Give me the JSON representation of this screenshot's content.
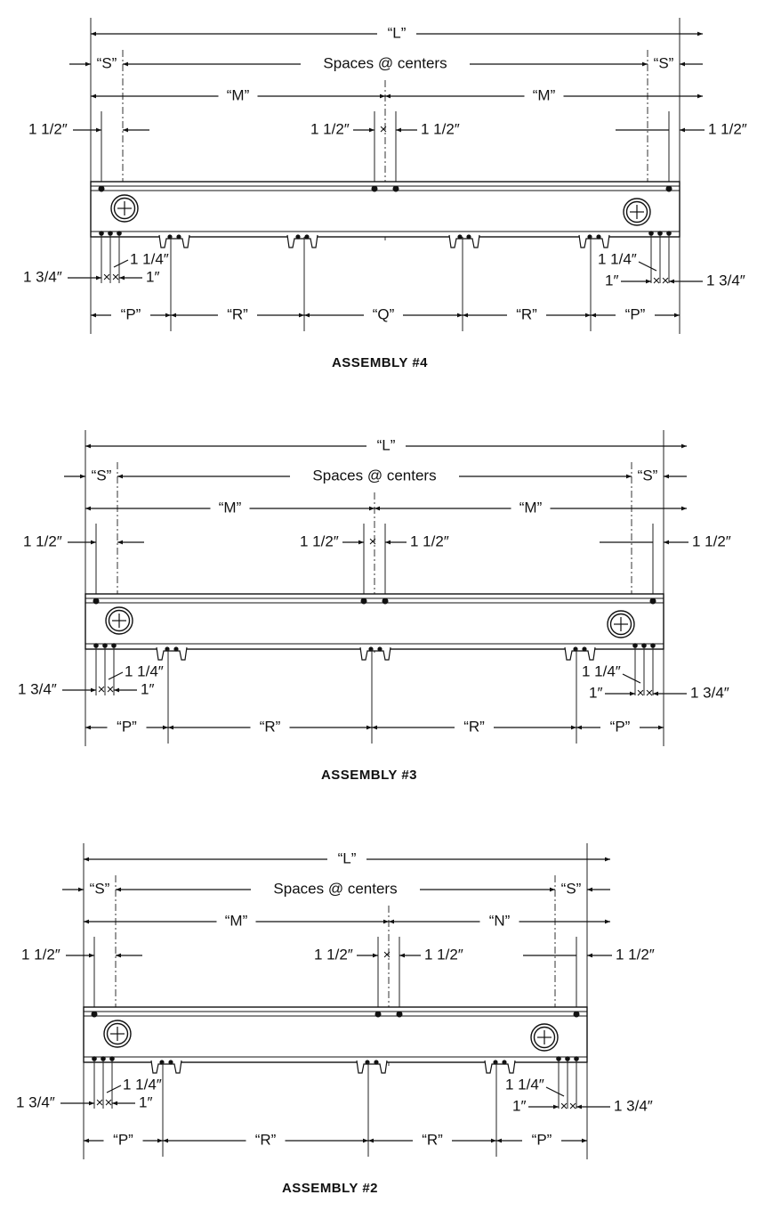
{
  "labels": {
    "L": "“L”",
    "S": "“S”",
    "spaces": "Spaces @ centers",
    "M": "“M”",
    "N": "“N”",
    "P": "“P”",
    "R": "“R”",
    "Q": "“Q”",
    "half": "1 1/2″",
    "quarter": "1 1/4″",
    "threequarter": "1 3/4″",
    "one": "1″"
  },
  "assemblies": [
    {
      "caption": "ASSEMBLY  #4",
      "middle_labels": [
        "M",
        "M"
      ],
      "bottom_labels": [
        "P",
        "R",
        "Q",
        "R",
        "P"
      ]
    },
    {
      "caption": "ASSEMBLY  #3",
      "middle_labels": [
        "M",
        "M"
      ],
      "bottom_labels": [
        "P",
        "R",
        "R",
        "P"
      ]
    },
    {
      "caption": "ASSEMBLY  #2",
      "middle_labels": [
        "M",
        "N"
      ],
      "bottom_labels": [
        "P",
        "R",
        "R",
        "P"
      ]
    }
  ]
}
